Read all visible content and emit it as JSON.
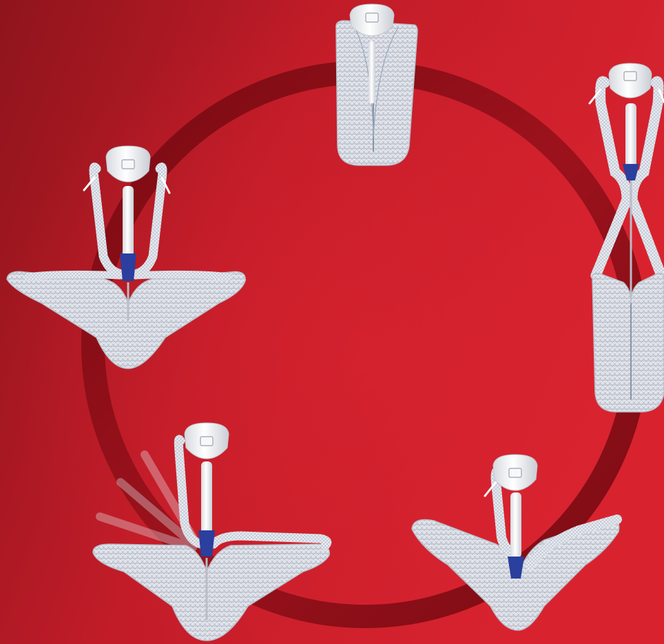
{
  "scene": {
    "description_text": "",
    "colors": {
      "background_dark": "#9a1620",
      "background_light": "#d2202e",
      "ring": "#8e0f18",
      "mesh": "#e6e9ee",
      "mesh_shadow": "#aeb4bf",
      "mesh_line": "#9aa6b8",
      "mesh_red_fiber": "#c66a78",
      "handle": "#f2f3f5",
      "knot_blue": "#2a3f9e"
    },
    "stages": [
      {
        "id": "stage-1",
        "state": "collapsed"
      },
      {
        "id": "stage-2",
        "state": "arms-extending"
      },
      {
        "id": "stage-3",
        "state": "wings-unfolding"
      },
      {
        "id": "stage-4",
        "state": "wings-deployed-arm-moving"
      },
      {
        "id": "stage-5",
        "state": "fully-deployed"
      }
    ]
  }
}
